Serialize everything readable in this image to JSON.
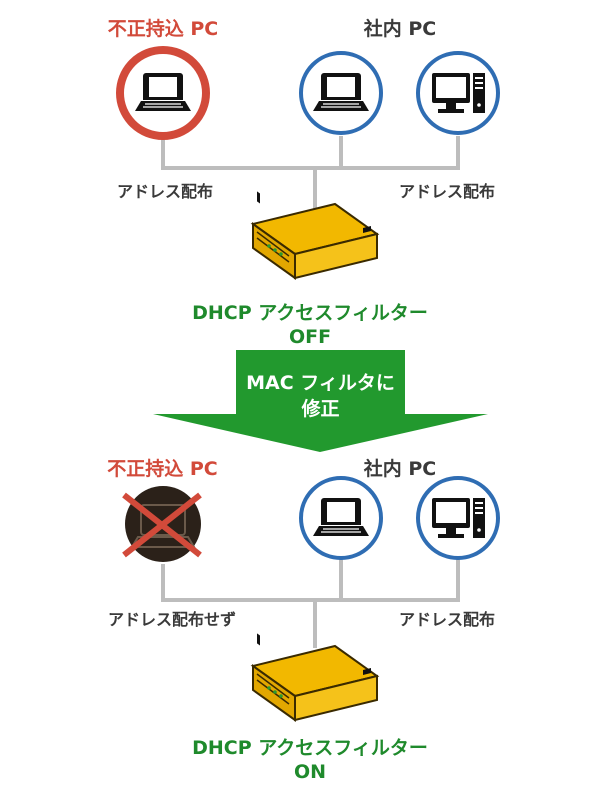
{
  "top": {
    "rogue_pc_label": "不正持込 PC",
    "company_pc_label": "社内 PC",
    "left_distribution": "アドレス配布",
    "right_distribution": "アドレス配布",
    "filter_title": "DHCP アクセスフィルター",
    "filter_state": "OFF"
  },
  "arrow": {
    "line1": "MAC フィルタに",
    "line2": "修正"
  },
  "bottom": {
    "rogue_pc_label": "不正持込 PC",
    "company_pc_label": "社内 PC",
    "left_distribution": "アドレス配布せず",
    "right_distribution": "アドレス配布",
    "filter_title": "DHCP アクセスフィルター",
    "filter_state": "ON"
  },
  "colors": {
    "rogue": "#d24a3a",
    "company": "#2f6db3",
    "green": "#1f8a2c",
    "line": "#bdbdbd",
    "device": "#f2b800"
  }
}
